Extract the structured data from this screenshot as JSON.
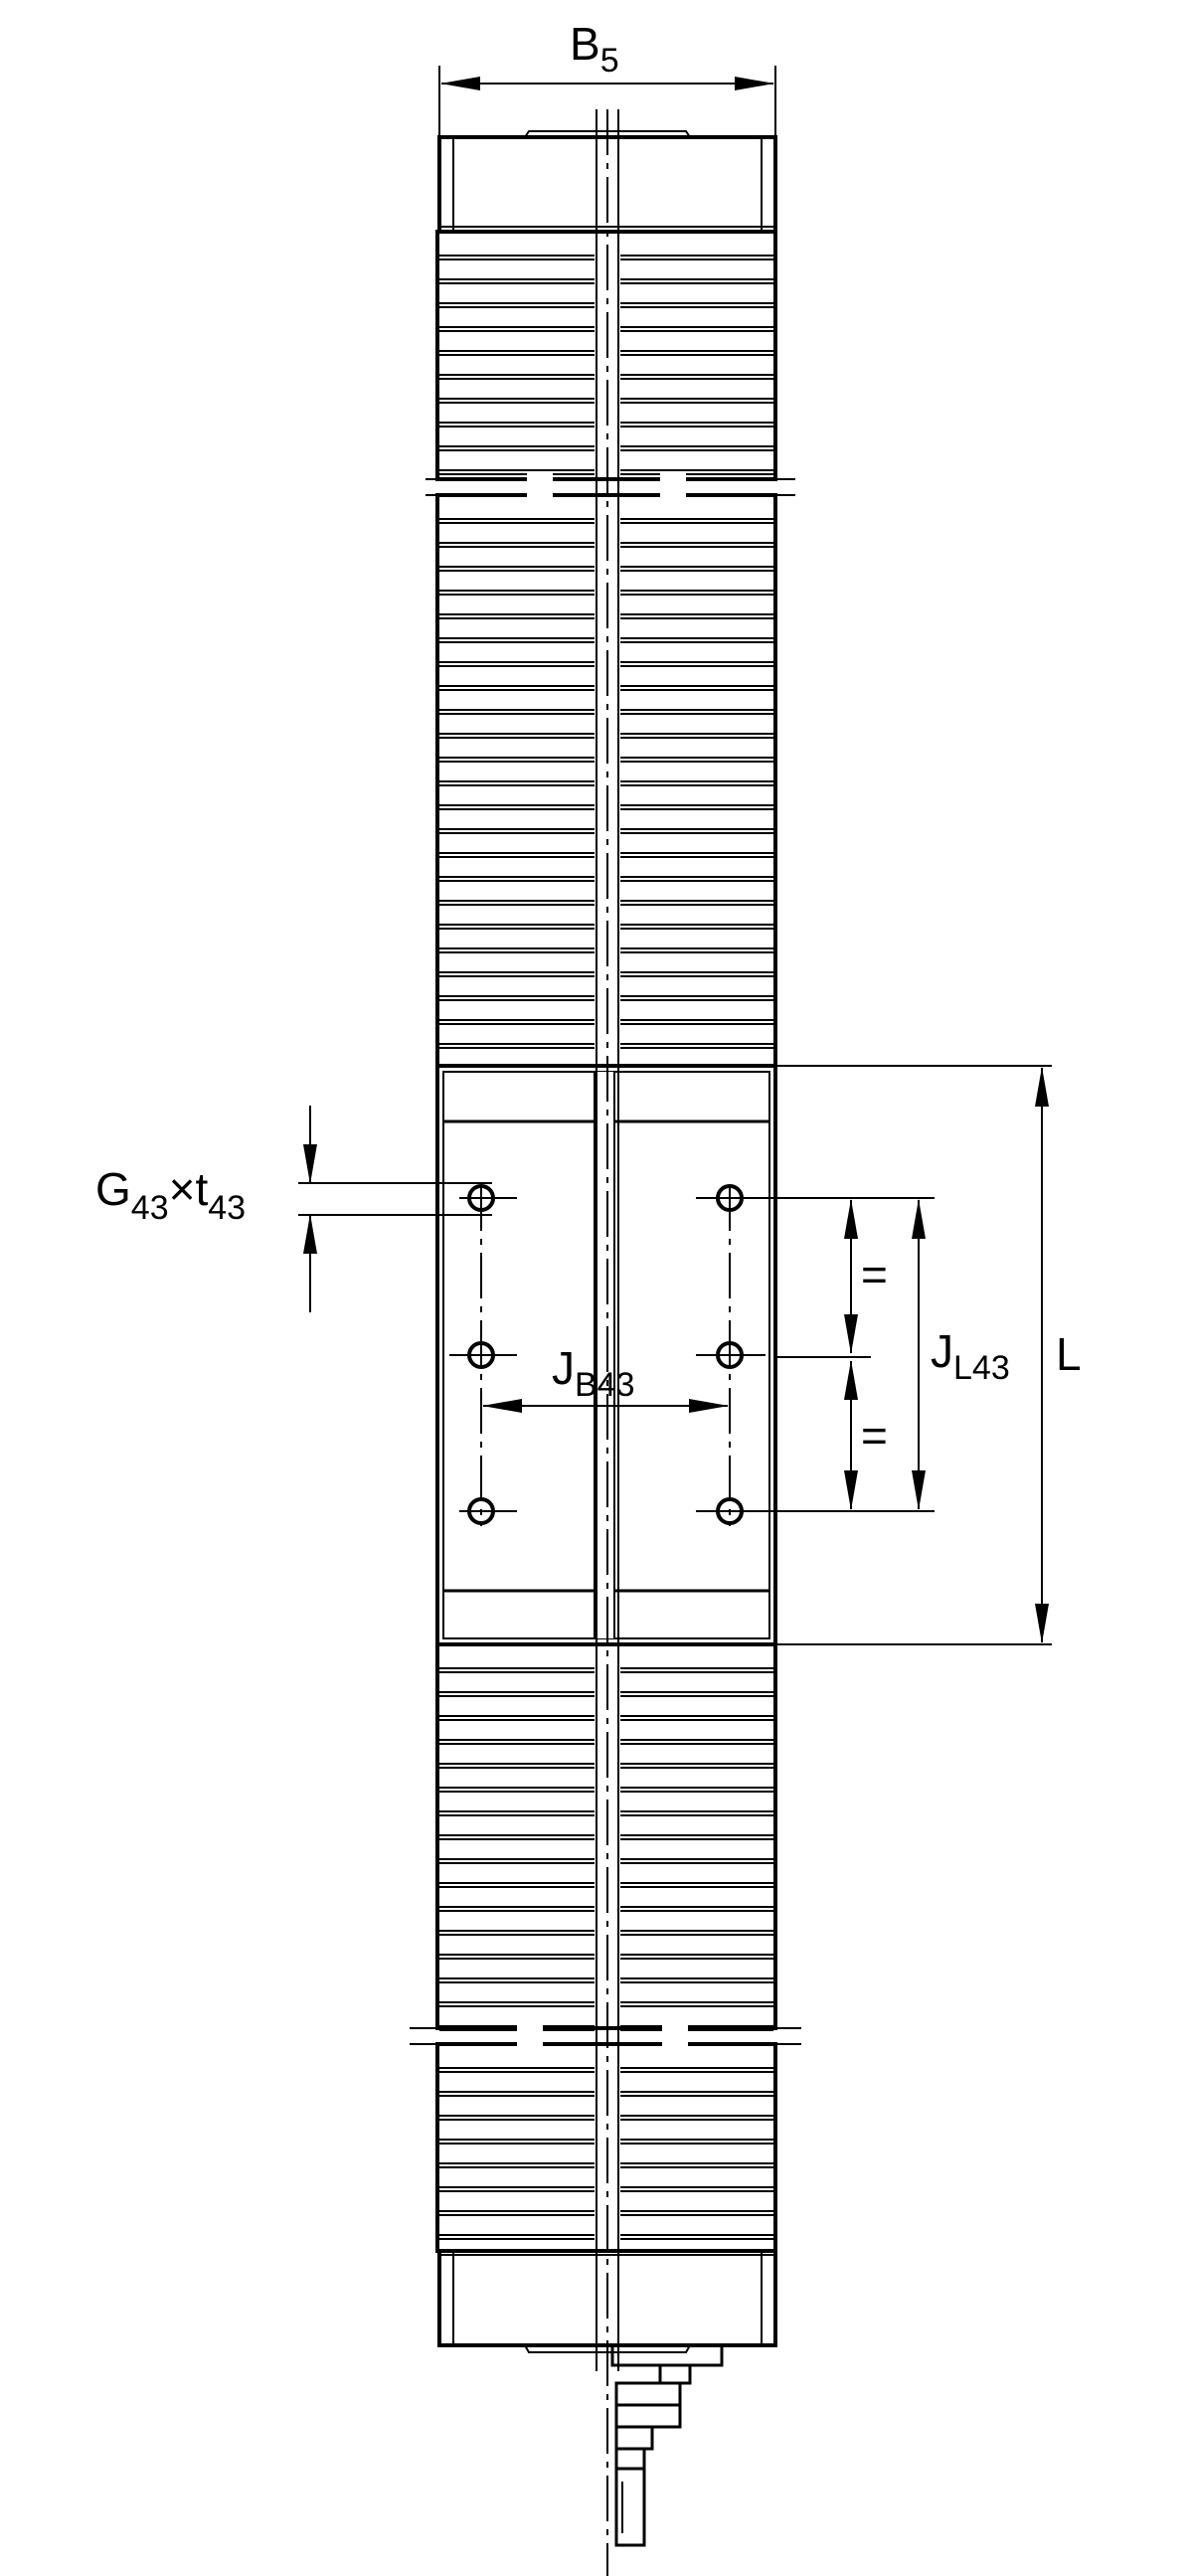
{
  "labels": {
    "B5": {
      "main": "B",
      "sub": "5"
    },
    "G43": {
      "main": "G",
      "sub": "43"
    },
    "times": "×",
    "t43": {
      "main": "t",
      "sub": "43"
    },
    "JB43": {
      "main": "J",
      "sub": "B43"
    },
    "JL43": {
      "main": "J",
      "sub": "L43"
    },
    "L": "L",
    "eq1": "=",
    "eq2": "="
  }
}
